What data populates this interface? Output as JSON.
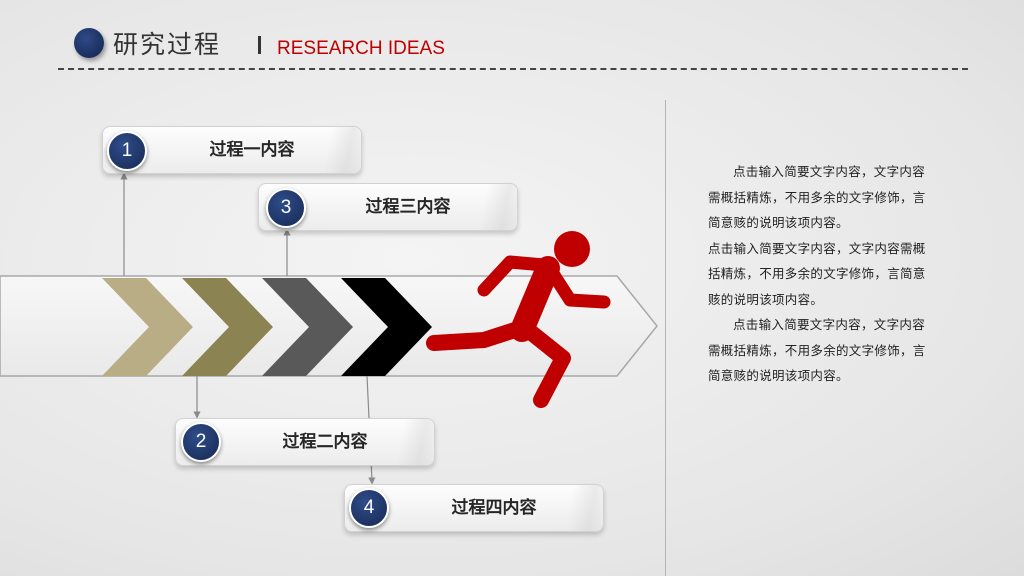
{
  "header": {
    "title": "研究过程",
    "subtitle": "RESEARCH IDEAS"
  },
  "steps": [
    {
      "number": "1",
      "label": "过程一内容"
    },
    {
      "number": "2",
      "label": "过程二内容"
    },
    {
      "number": "3",
      "label": "过程三内容"
    },
    {
      "number": "4",
      "label": "过程四内容"
    }
  ],
  "description": {
    "paragraph1": "点击输入简要文字内容，文字内容需概括精炼，不用多余的文字修饰，言简意赅的说明该项内容。",
    "paragraph2": "点击输入简要文字内容，文字内容需概括精炼，不用多余的文字修饰，言简意赅的说明该项内容。",
    "paragraph3": "点击输入简要文字内容，文字内容需概括精炼，不用多余的文字修饰，言简意赅的说明该项内容。"
  },
  "colors": {
    "accent_red": "#c00000",
    "badge_navy": "#1c315f",
    "chevron_1": "#b8ad85",
    "chevron_2": "#8c8352",
    "chevron_3": "#595959",
    "chevron_4": "#000000",
    "runner": "#c00000"
  },
  "icons": {
    "runner": "running-man-icon",
    "chevrons": "chevron-right-icon"
  }
}
